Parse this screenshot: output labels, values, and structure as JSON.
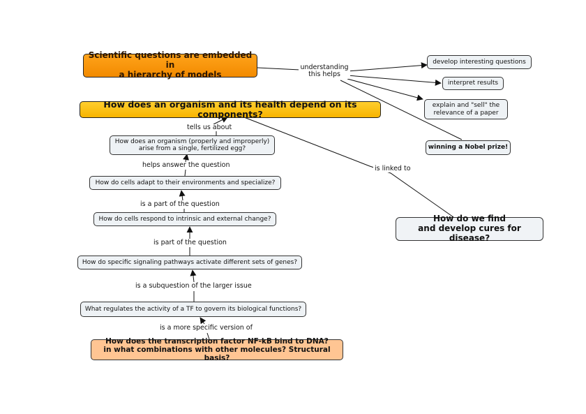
{
  "nodes": {
    "root": "Scientific questions are embedded in\na hierarchy of models",
    "q_organism_health": "How does an organism and its health depend on its components?",
    "develop_questions": "develop interesting questions",
    "interpret_results": "interpret results",
    "explain_sell": "explain and \"sell\" the\nrelevance of a paper",
    "nobel": "winning a Nobel prize!",
    "q_arise": "How does an organism (properly and improperly)\narise from a single, fertilized egg?",
    "q_cells_adapt": "How do cells adapt to their environments and specialize?",
    "q_cells_respond": "How do cells respond to intrinsic and external change?",
    "q_signaling": "How do specific signaling pathways activate different sets of genes?",
    "q_tf": "What regulates the activity of a TF to govern its biological functions?",
    "q_nfkb": "How does the transcription factor NF-kB bind to DNA?\nin what combinations with other molecules? Structural basis?",
    "cures": "How do we find\nand develop cures for disease?"
  },
  "links": {
    "understanding": "understanding\nthis helps",
    "tells_us_about": "tells us about",
    "helps_answer": "helps answer the question",
    "is_a_part_of": "is a part of the question",
    "is_part_of": "is part of the question",
    "subquestion": "is a subquestion of the larger issue",
    "more_specific": "is a more specific version of",
    "linked_to": "is linked to"
  },
  "colors": {
    "root": "#f28a00",
    "organism_question": "#f7b400",
    "nfkb_question": "#ffc593",
    "plain_node": "#eef2f5",
    "line": "#111111"
  }
}
